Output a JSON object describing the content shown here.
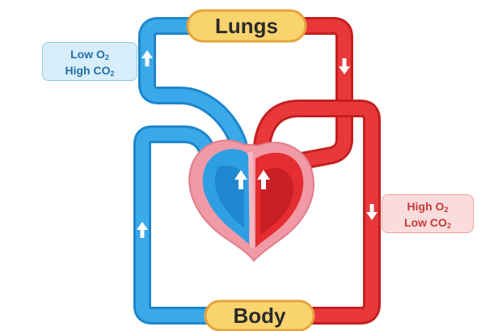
{
  "organs": {
    "top": "Lungs",
    "bottom": "Body"
  },
  "left_box": {
    "line1": {
      "text": "Low O",
      "sub": "2"
    },
    "line2": {
      "text": "High CO",
      "sub": "2"
    }
  },
  "right_box": {
    "line1": {
      "text": "High O",
      "sub": "2"
    },
    "line2": {
      "text": "Low CO",
      "sub": "2"
    }
  },
  "colors": {
    "deoxygenated": "#2a9de0",
    "oxygenated": "#e52e2e",
    "pill_fill": "#f9d46e",
    "pill_border": "#e8a33a"
  },
  "flow_arrows": {
    "lungs_to_body_circuit": "down",
    "body_to_lungs_circuit": "up",
    "heart_chambers": "up"
  }
}
